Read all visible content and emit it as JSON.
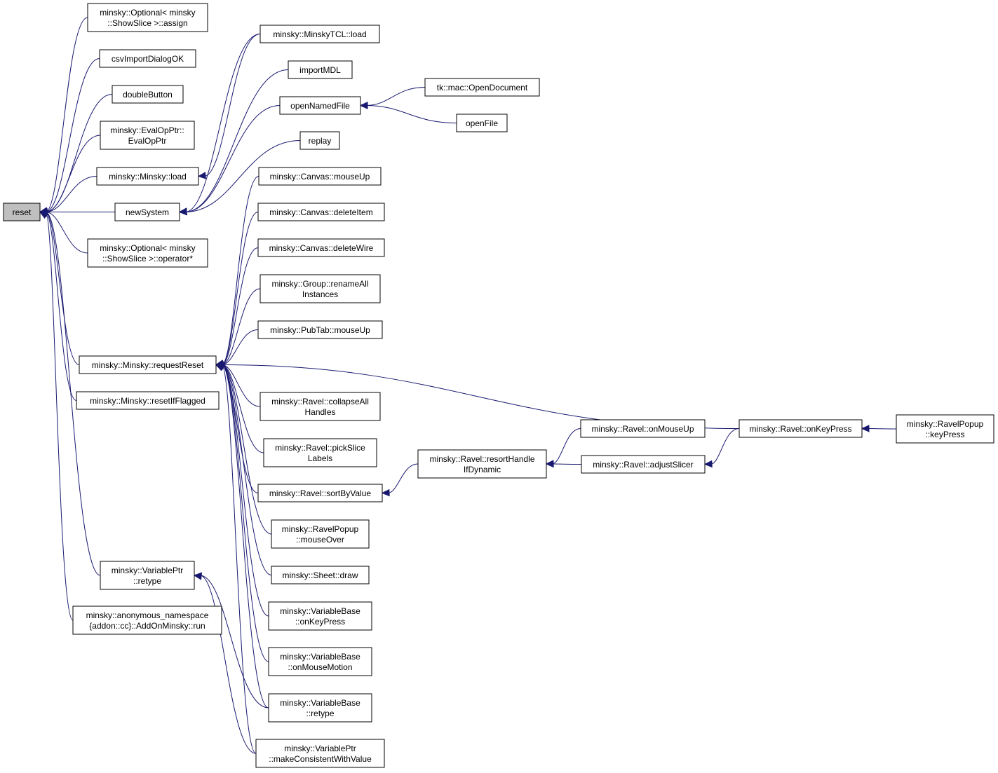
{
  "colors": {
    "edge": "#191970",
    "root_fill": "#bfbfbf",
    "node_fill": "#ffffff",
    "border": "#000000"
  },
  "nodes": [
    {
      "id": "reset",
      "lines": [
        "reset"
      ],
      "root": true
    },
    {
      "id": "opt_assign",
      "lines": [
        "minsky::Optional< minsky",
        "::ShowSlice >::assign"
      ]
    },
    {
      "id": "csvImport",
      "lines": [
        "csvImportDialogOK"
      ]
    },
    {
      "id": "doubleButton",
      "lines": [
        "doubleButton"
      ]
    },
    {
      "id": "evalop",
      "lines": [
        "minsky::EvalOpPtr::",
        "EvalOpPtr"
      ]
    },
    {
      "id": "mload",
      "lines": [
        "minsky::Minsky::load"
      ]
    },
    {
      "id": "newSystem",
      "lines": [
        "newSystem"
      ]
    },
    {
      "id": "opt_operator",
      "lines": [
        "minsky::Optional< minsky",
        "::ShowSlice >::operator*"
      ]
    },
    {
      "id": "requestReset",
      "lines": [
        "minsky::Minsky::requestReset"
      ]
    },
    {
      "id": "resetIfFlagged",
      "lines": [
        "minsky::Minsky::resetIfFlagged"
      ]
    },
    {
      "id": "vp_retype",
      "lines": [
        "minsky::VariablePtr",
        "::retype"
      ]
    },
    {
      "id": "addon_run",
      "lines": [
        "minsky::anonymous_namespace",
        "{addon::cc}::AddOnMinsky::run"
      ]
    },
    {
      "id": "tcl_load",
      "lines": [
        "minsky::MinskyTCL::load"
      ]
    },
    {
      "id": "importMDL",
      "lines": [
        "importMDL"
      ]
    },
    {
      "id": "openNamedFile",
      "lines": [
        "openNamedFile"
      ]
    },
    {
      "id": "replay",
      "lines": [
        "replay"
      ]
    },
    {
      "id": "openDocument",
      "lines": [
        "tk::mac::OpenDocument"
      ]
    },
    {
      "id": "openFile",
      "lines": [
        "openFile"
      ]
    },
    {
      "id": "canvas_mouseUp",
      "lines": [
        "minsky::Canvas::mouseUp"
      ]
    },
    {
      "id": "canvas_deleteItem",
      "lines": [
        "minsky::Canvas::deleteItem"
      ]
    },
    {
      "id": "canvas_deleteWire",
      "lines": [
        "minsky::Canvas::deleteWire"
      ]
    },
    {
      "id": "group_rename",
      "lines": [
        "minsky::Group::renameAll",
        "Instances"
      ]
    },
    {
      "id": "pubtab_mouseUp",
      "lines": [
        "minsky::PubTab::mouseUp"
      ]
    },
    {
      "id": "ravel_collapse",
      "lines": [
        "minsky::Ravel::collapseAll",
        "Handles"
      ]
    },
    {
      "id": "ravel_pickSlice",
      "lines": [
        "minsky::Ravel::pickSlice",
        "Labels"
      ]
    },
    {
      "id": "ravel_sortByValue",
      "lines": [
        "minsky::Ravel::sortByValue"
      ]
    },
    {
      "id": "ravelpopup_mouseOver",
      "lines": [
        "minsky::RavelPopup",
        "::mouseOver"
      ]
    },
    {
      "id": "sheet_draw",
      "lines": [
        "minsky::Sheet::draw"
      ]
    },
    {
      "id": "vb_onKeyPress",
      "lines": [
        "minsky::VariableBase",
        "::onKeyPress"
      ]
    },
    {
      "id": "vb_onMouseMotion",
      "lines": [
        "minsky::VariableBase",
        "::onMouseMotion"
      ]
    },
    {
      "id": "vb_retype",
      "lines": [
        "minsky::VariableBase",
        "::retype"
      ]
    },
    {
      "id": "vp_makeConsistent",
      "lines": [
        "minsky::VariablePtr",
        "::makeConsistentWithValue"
      ]
    },
    {
      "id": "ravel_resort",
      "lines": [
        "minsky::Ravel::resortHandle",
        "IfDynamic"
      ]
    },
    {
      "id": "ravel_onMouseUp",
      "lines": [
        "minsky::Ravel::onMouseUp"
      ]
    },
    {
      "id": "ravel_adjustSlicer",
      "lines": [
        "minsky::Ravel::adjustSlicer"
      ]
    },
    {
      "id": "ravel_onKeyPress",
      "lines": [
        "minsky::Ravel::onKeyPress"
      ]
    },
    {
      "id": "ravelpopup_keyPress",
      "lines": [
        "minsky::RavelPopup",
        "::keyPress"
      ]
    }
  ],
  "edges": [
    [
      "opt_assign",
      "reset"
    ],
    [
      "csvImport",
      "reset"
    ],
    [
      "doubleButton",
      "reset"
    ],
    [
      "evalop",
      "reset"
    ],
    [
      "mload",
      "reset"
    ],
    [
      "newSystem",
      "reset"
    ],
    [
      "opt_operator",
      "reset"
    ],
    [
      "requestReset",
      "reset"
    ],
    [
      "resetIfFlagged",
      "reset"
    ],
    [
      "vp_retype",
      "reset"
    ],
    [
      "addon_run",
      "reset"
    ],
    [
      "tcl_load",
      "mload"
    ],
    [
      "tcl_load",
      "newSystem"
    ],
    [
      "importMDL",
      "newSystem"
    ],
    [
      "openNamedFile",
      "newSystem"
    ],
    [
      "replay",
      "newSystem"
    ],
    [
      "openDocument",
      "openNamedFile"
    ],
    [
      "openFile",
      "openNamedFile"
    ],
    [
      "canvas_mouseUp",
      "requestReset"
    ],
    [
      "canvas_deleteItem",
      "requestReset"
    ],
    [
      "canvas_deleteWire",
      "requestReset"
    ],
    [
      "group_rename",
      "requestReset"
    ],
    [
      "pubtab_mouseUp",
      "requestReset"
    ],
    [
      "ravel_collapse",
      "requestReset"
    ],
    [
      "ravel_pickSlice",
      "requestReset"
    ],
    [
      "ravel_sortByValue",
      "requestReset"
    ],
    [
      "ravelpopup_mouseOver",
      "requestReset"
    ],
    [
      "sheet_draw",
      "requestReset"
    ],
    [
      "vb_onKeyPress",
      "requestReset"
    ],
    [
      "vb_onMouseMotion",
      "requestReset"
    ],
    [
      "vb_retype",
      "requestReset"
    ],
    [
      "vp_makeConsistent",
      "requestReset"
    ],
    [
      "ravel_onKeyPress",
      "requestReset"
    ],
    [
      "vb_retype",
      "vp_retype"
    ],
    [
      "vp_makeConsistent",
      "vp_retype"
    ],
    [
      "ravel_resort",
      "ravel_sortByValue"
    ],
    [
      "ravel_onMouseUp",
      "ravel_resort"
    ],
    [
      "ravel_adjustSlicer",
      "ravel_resort"
    ],
    [
      "ravel_onKeyPress",
      "ravel_adjustSlicer"
    ],
    [
      "ravelpopup_keyPress",
      "ravel_onKeyPress"
    ]
  ]
}
